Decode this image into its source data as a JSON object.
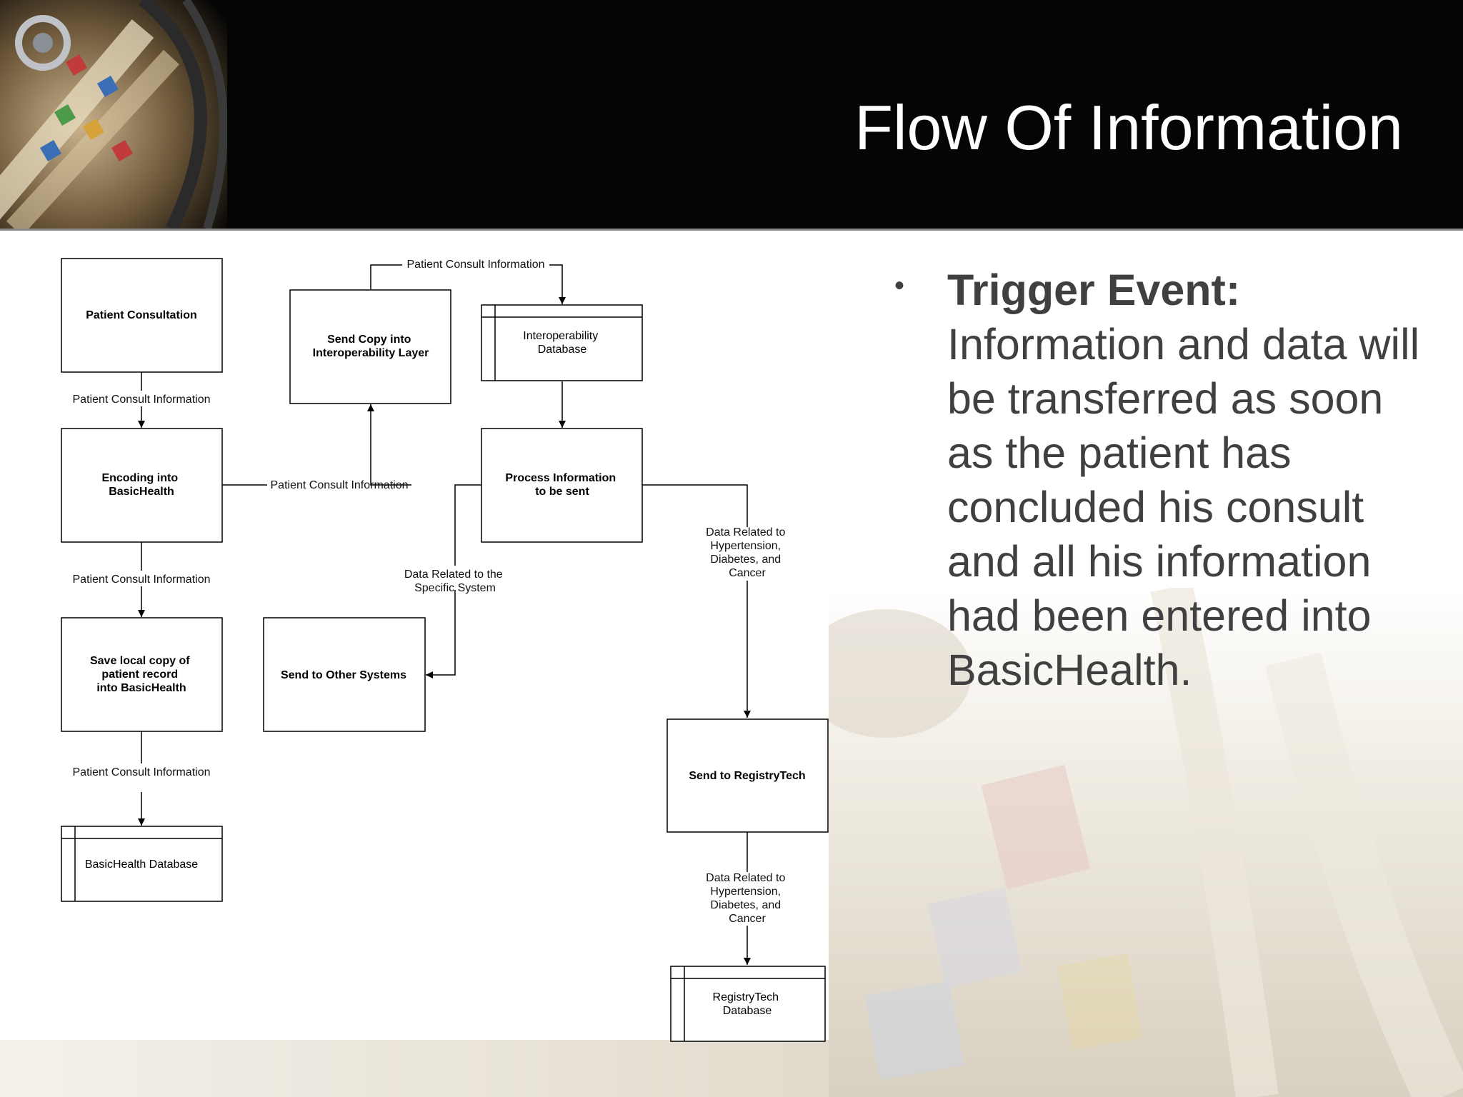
{
  "slide": {
    "title": "Flow Of Information",
    "bullet": {
      "heading": "Trigger Event:",
      "text": "Information and data will be transferred as soon as the patient has concluded his consult and all his information had been entered into BasicHealth."
    }
  },
  "diagram": {
    "nodes": {
      "patient_consultation": "Patient Consultation",
      "encoding": [
        "Encoding into",
        "BasicHealth"
      ],
      "save_local": [
        "Save local copy of",
        "patient record",
        "into BasicHealth"
      ],
      "basichealth_db": "BasicHealth Database",
      "send_copy": [
        "Send Copy into",
        "Interoperability Layer"
      ],
      "interop_db": [
        "Interoperability",
        "Database"
      ],
      "process_info": [
        "Process Information",
        "to be sent"
      ],
      "send_other": "Send to Other Systems",
      "send_registry": "Send to RegistryTech",
      "registry_db": [
        "RegistryTech",
        "Database"
      ]
    },
    "edges": {
      "consult_to_encoding": "Patient Consult Information",
      "encoding_to_save": "Patient Consult Information",
      "save_to_db": "Patient Consult Information",
      "encoding_to_sendcopy": "Patient Consult Information",
      "sendcopy_to_interop": "Patient Consult Information",
      "process_to_other": [
        "Data Related to the",
        "Specific System"
      ],
      "process_to_registry": [
        "Data Related to",
        "Hypertension,",
        "Diabetes, and",
        "Cancer"
      ],
      "registry_to_db": [
        "Data Related to",
        "Hypertension,",
        "Diabetes, and",
        "Cancer"
      ]
    }
  },
  "colors": {
    "header": "#050505",
    "title": "#ffffff",
    "bullet_text": "#404040",
    "diagram_line": "#000000"
  }
}
